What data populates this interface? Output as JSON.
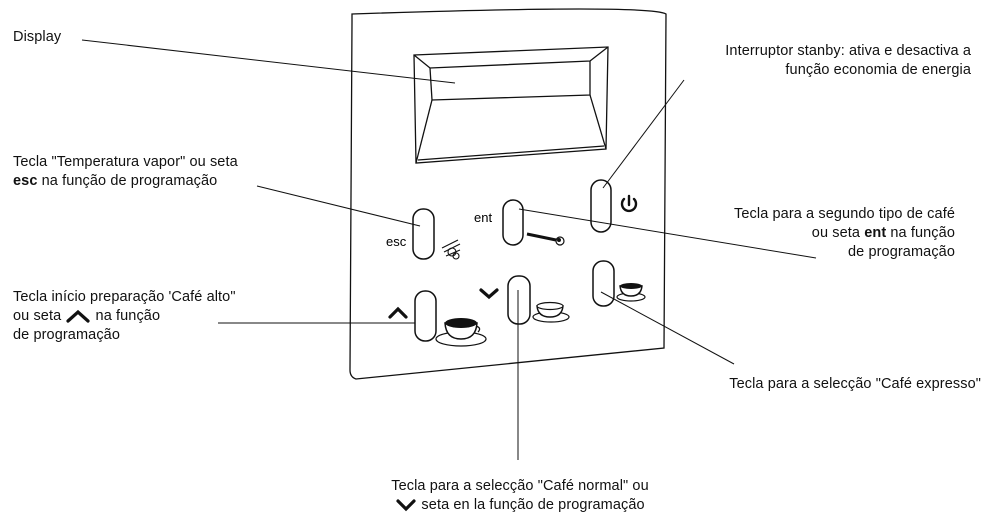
{
  "labels": {
    "display": "Display",
    "stanby_line1": "Interruptor stanby: ativa e desactiva a",
    "stanby_line2": "função economia de energia",
    "esc_line1": "Tecla \"Temperatura vapor\" ou seta",
    "esc_bold": "esc",
    "esc_line2_rest": " na função de programação",
    "ent_line1": "Tecla para a segundo tipo de café",
    "ent_line2_pre": "ou seta ",
    "ent_bold": "ent",
    "ent_line2_post": " na função",
    "ent_line3": "de programação",
    "alto_line1": "Tecla início preparação 'Café alto\"",
    "alto_line2_pre": "ou seta ",
    "alto_line2_post": " na função",
    "alto_line3": "de programação",
    "expresso": "Tecla para a selecção \"Café expresso\"",
    "normal_line1": "Tecla para a selecção \"Café normal\" ou",
    "normal_line2": " seta en la função de programação"
  },
  "panel": {
    "esc_key": "esc",
    "ent_key": "ent"
  },
  "icons": [
    "display-screen",
    "power-icon",
    "steam-icon",
    "spoon-icon",
    "cup-icon",
    "up-arrow-icon",
    "down-arrow-icon"
  ]
}
